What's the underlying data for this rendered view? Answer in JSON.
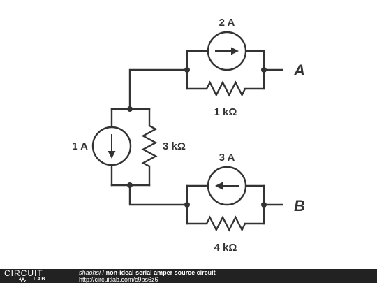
{
  "circuit": {
    "components": [
      {
        "id": "src_top",
        "type": "current-source",
        "value": "2 A",
        "arrow_direction": "right"
      },
      {
        "id": "res_top",
        "type": "resistor",
        "value": "1 kΩ"
      },
      {
        "id": "src_left",
        "type": "current-source",
        "value": "1 A",
        "arrow_direction": "down"
      },
      {
        "id": "res_left",
        "type": "resistor",
        "value": "3 kΩ"
      },
      {
        "id": "src_bottom",
        "type": "current-source",
        "value": "3 A",
        "arrow_direction": "left"
      },
      {
        "id": "res_bottom",
        "type": "resistor",
        "value": "4 kΩ"
      }
    ],
    "terminals": [
      {
        "id": "term_a",
        "label": "A"
      },
      {
        "id": "term_b",
        "label": "B"
      }
    ],
    "colors": {
      "line": "#333333",
      "background": "#ffffff",
      "footer": "#222222"
    }
  },
  "footer": {
    "logo_top": "CIRCUIT",
    "logo_bottom": "LAB",
    "author": "shaohsi",
    "separator": "/",
    "title": "non-ideal serial amper source circuit",
    "url": "http://circuitlab.com/c9bs6z6"
  }
}
